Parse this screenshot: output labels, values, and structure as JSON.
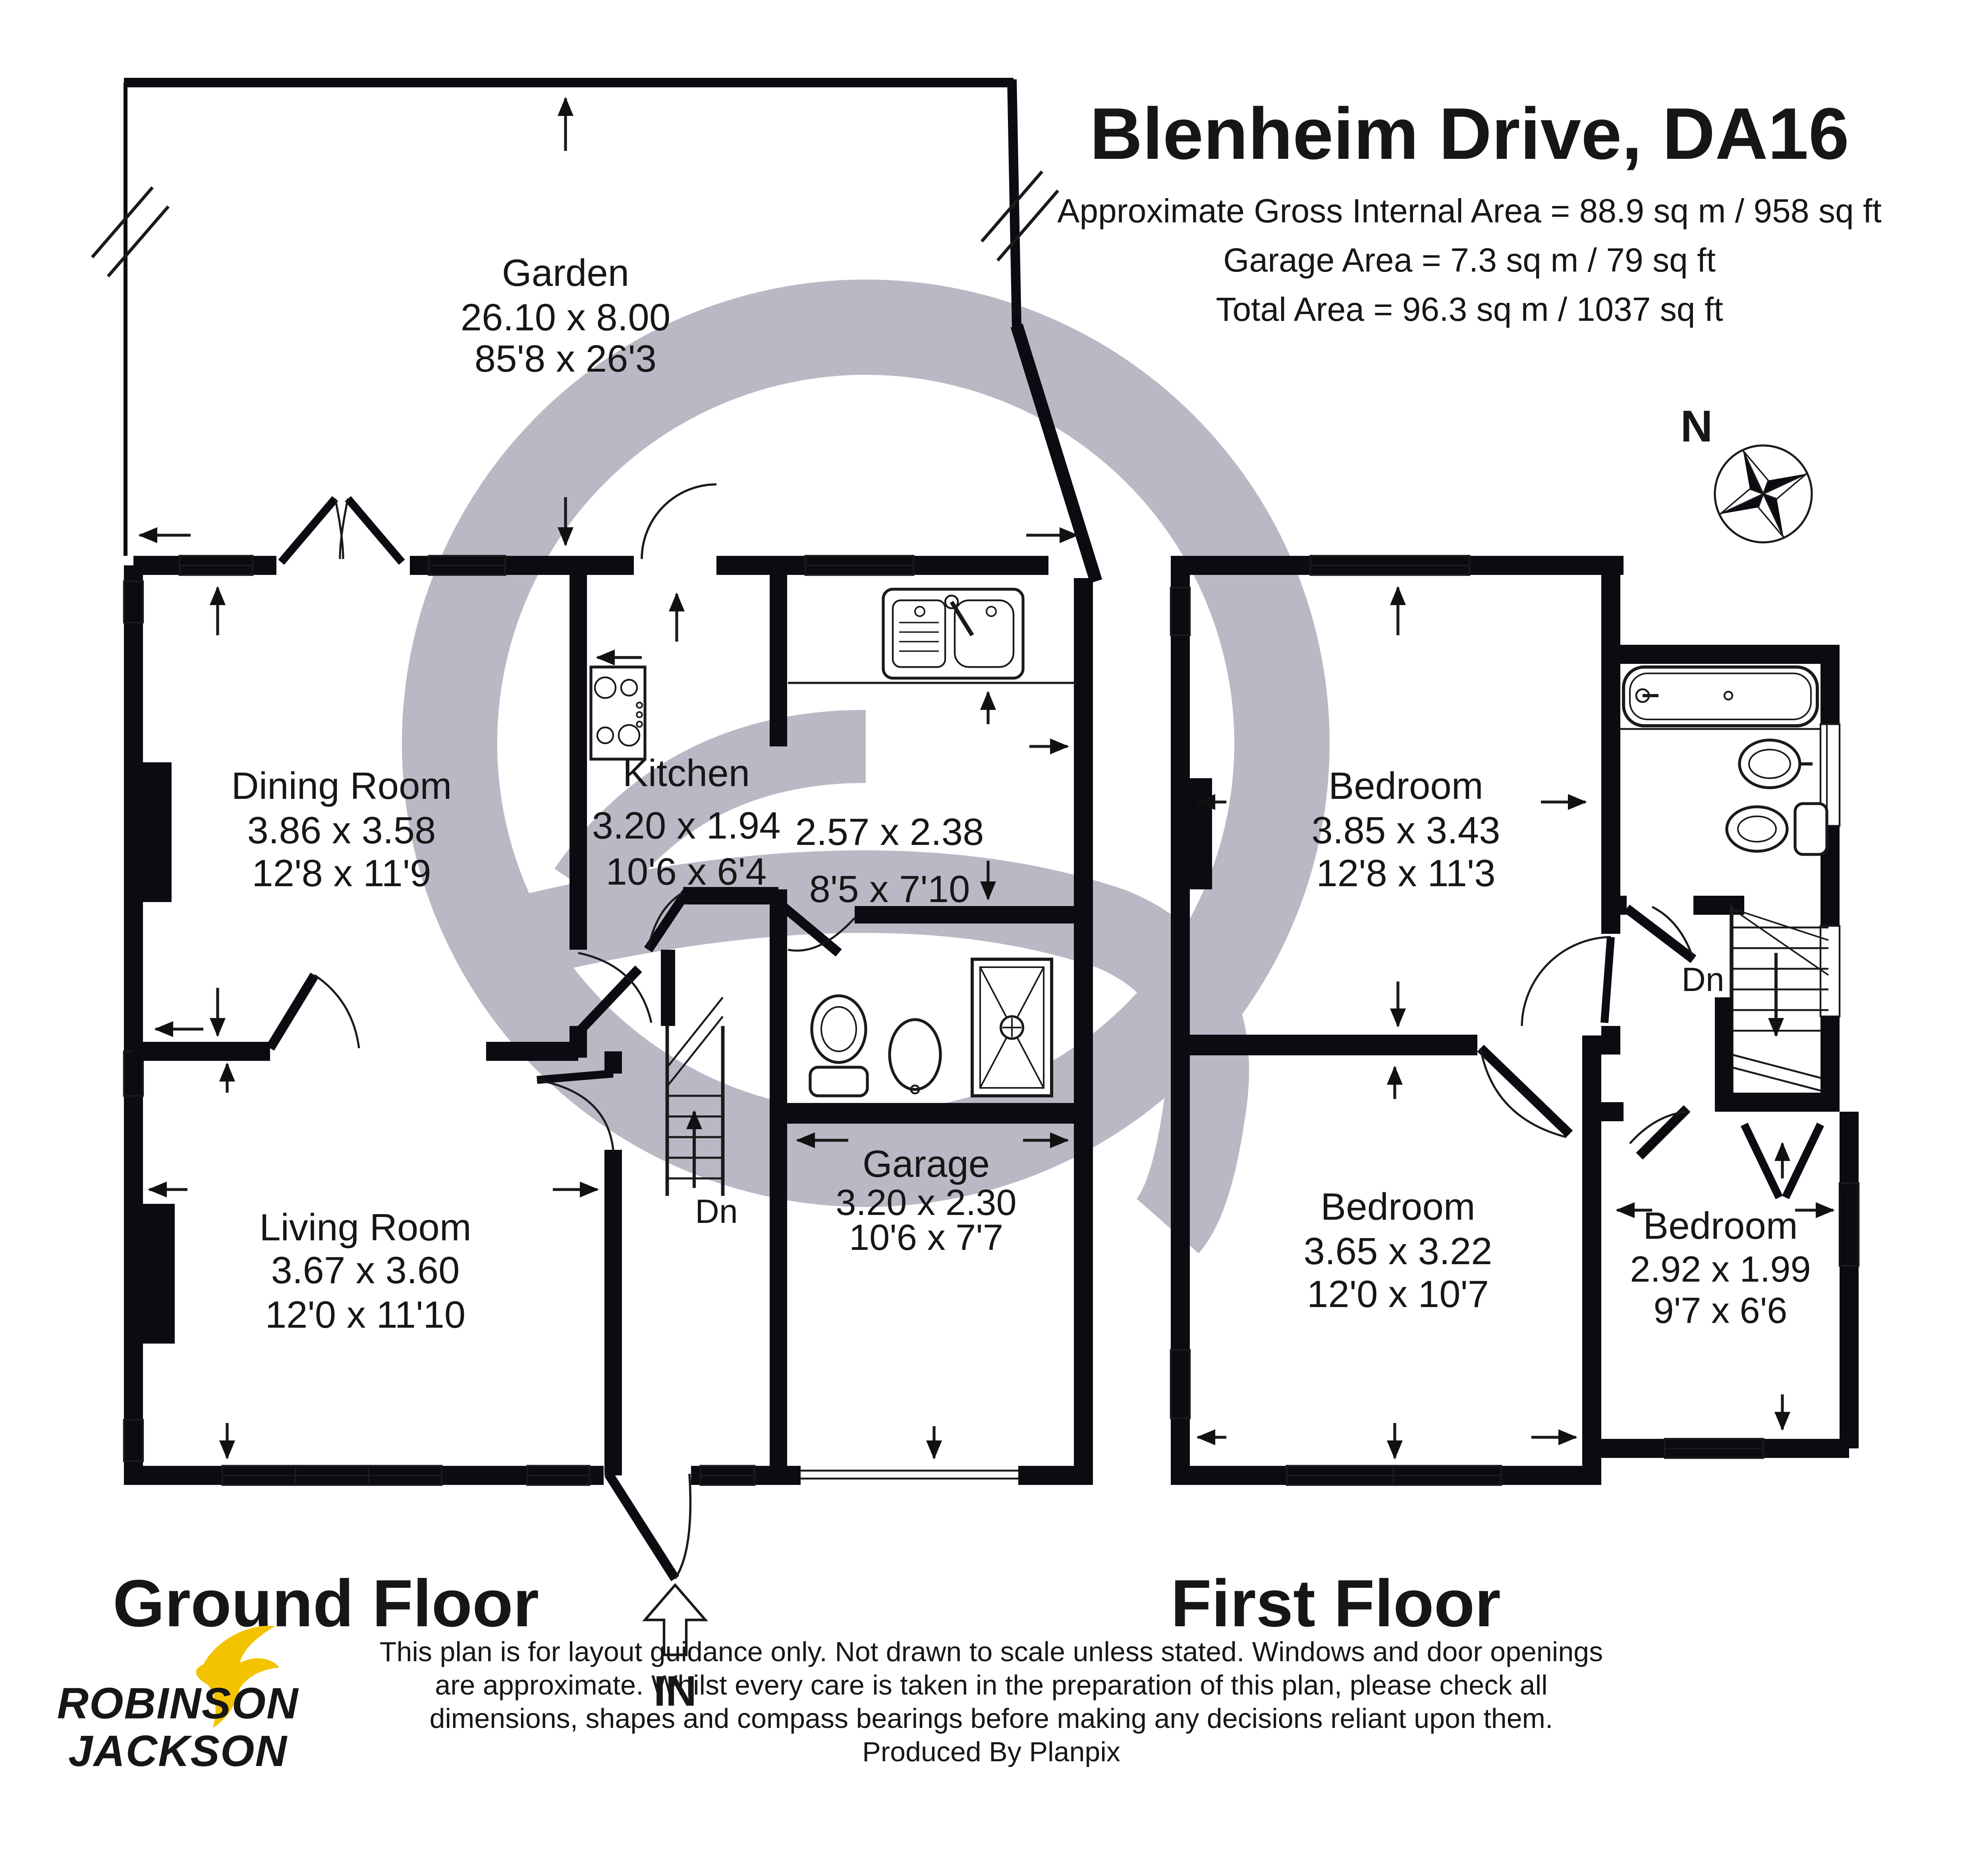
{
  "header": {
    "title": "Blenheim Drive, DA16",
    "area_lines": [
      "Approximate Gross Internal Area = 88.9 sq m / 958 sq ft",
      "Garage Area = 7.3 sq m / 79 sq ft",
      "Total Area = 96.3 sq m / 1037 sq ft"
    ]
  },
  "compass": {
    "north": "N"
  },
  "floors": {
    "ground": "Ground Floor",
    "first": "First Floor"
  },
  "rooms": {
    "garden": {
      "name": "Garden",
      "metric": "26.10 x 8.00",
      "imperial": "85'8 x 26'3"
    },
    "dining": {
      "name": "Dining Room",
      "metric": "3.86 x 3.58",
      "imperial": "12'8 x 11'9"
    },
    "kitchen": {
      "name": "Kitchen",
      "metric": "3.20 x 1.94",
      "imperial": "10'6 x 6'4"
    },
    "utility": {
      "name": "",
      "metric": "2.57 x 2.38",
      "imperial": "8'5 x 7'10"
    },
    "living": {
      "name": "Living Room",
      "metric": "3.67 x 3.60",
      "imperial": "12'0 x 11'10"
    },
    "garage": {
      "name": "Garage",
      "metric": "3.20 x 2.30",
      "imperial": "10'6 x 7'7"
    },
    "bedroom1": {
      "name": "Bedroom",
      "metric": "3.85 x 3.43",
      "imperial": "12'8 x 11'3"
    },
    "bedroom2": {
      "name": "Bedroom",
      "metric": "3.65 x 3.22",
      "imperial": "12'0 x 10'7"
    },
    "bedroom3": {
      "name": "Bedroom",
      "metric": "2.92 x 1.99",
      "imperial": "9'7 x 6'6"
    }
  },
  "stairs": {
    "ground_down": "Dn",
    "first_down": "Dn"
  },
  "entrance": {
    "label": "IN"
  },
  "disclaimer": {
    "lines": [
      "This plan is for layout guidance only. Not drawn to scale unless stated. Windows and door openings",
      "are approximate. Whilst every care is taken in the preparation of this plan, please check all",
      "dimensions, shapes and compass bearings before making any decisions reliant upon them.",
      "Produced By Planpix"
    ]
  },
  "brand": {
    "top": "ROBINSON",
    "bottom": "JACKSON"
  },
  "colors": {
    "wall_ink": "#0b0b12",
    "watermark_grey": "#bab8c5",
    "brand_navy": "#292a5c",
    "brand_yellow": "#f3c300"
  }
}
